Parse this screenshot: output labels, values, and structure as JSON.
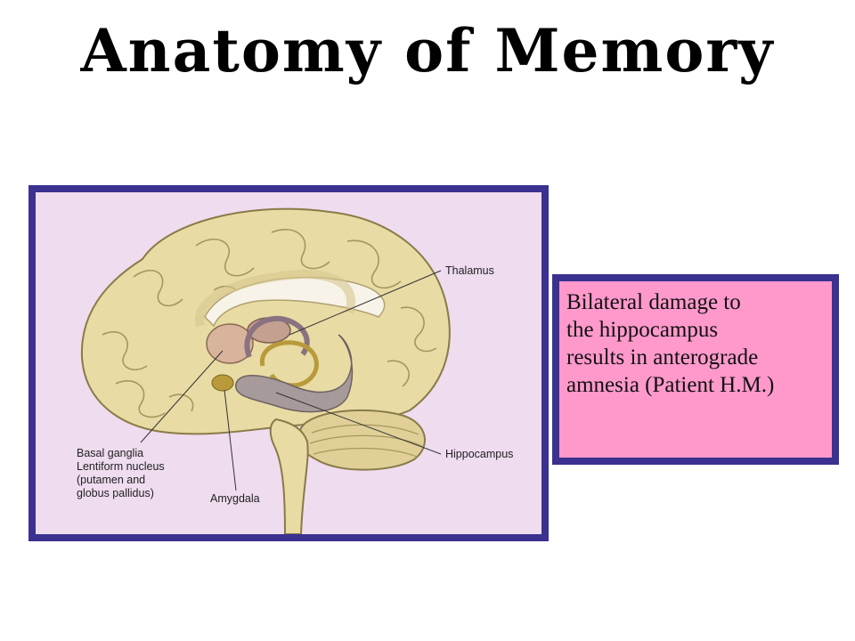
{
  "slide": {
    "title": "Anatomy of Memory"
  },
  "figure": {
    "labels": {
      "thalamus": "Thalamus",
      "hippocampus": "Hippocampus",
      "amygdala": "Amygdala",
      "basal_ganglia": "Basal ganglia",
      "lentiform_nucleus": "Lentiform nucleus",
      "putamen_and": "(putamen and",
      "globus_pallidus": "globus pallidus)"
    }
  },
  "callout": {
    "text": "Bilateral damage to\nthe hippocampus\nresults in anterograde\namnesia  (Patient H.M.)"
  },
  "colors": {
    "frame_border": "#3a3190",
    "figure_background": "#efdcef",
    "callout_background": "#ff99cc",
    "brain_fill": "#e8dba4",
    "brain_outline": "#8a7a48"
  }
}
